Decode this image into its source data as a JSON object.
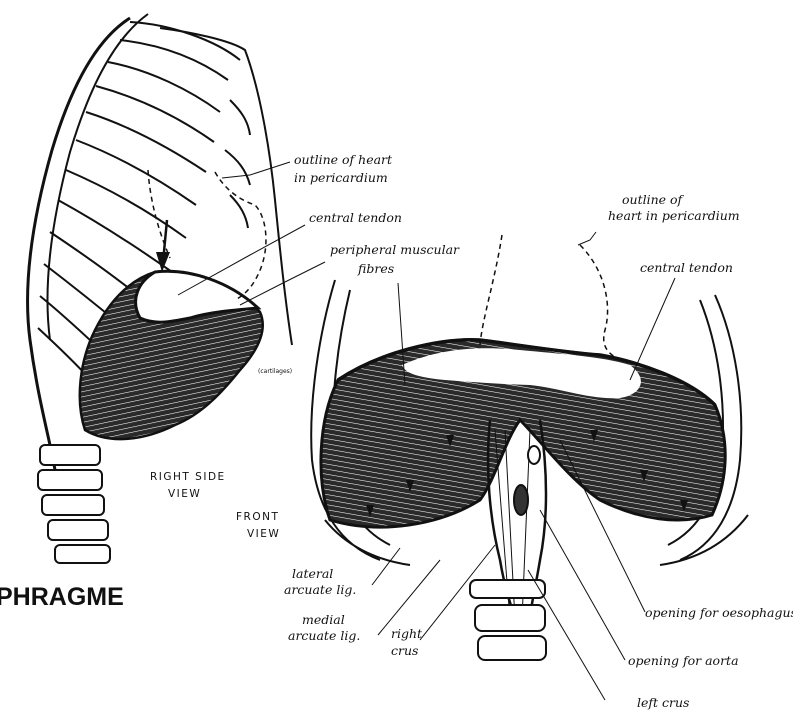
{
  "title": "PHRAGME",
  "labels": {
    "heart_outline_side": [
      "outline of heart",
      "in pericardium"
    ],
    "central_tendon_side": "central tendon",
    "peripheral_fibres": [
      "peripheral muscular",
      "fibres"
    ],
    "small_note": "(cartilages)",
    "right_side_view": [
      "RIGHT SIDE",
      "VIEW"
    ],
    "front_view": [
      "FRONT",
      "VIEW"
    ],
    "heart_outline_front": [
      "outline of",
      "heart in pericardium"
    ],
    "central_tendon_front": "central tendon",
    "lateral_arcuate": [
      "lateral",
      "arcuate lig."
    ],
    "medial_arcuate": [
      "medial",
      "arcuate lig."
    ],
    "right_crus": [
      "right",
      "crus"
    ],
    "left_crus": "left crus",
    "opening_oesophagus": "opening for oesophagus",
    "opening_aorta": "opening for aorta"
  }
}
